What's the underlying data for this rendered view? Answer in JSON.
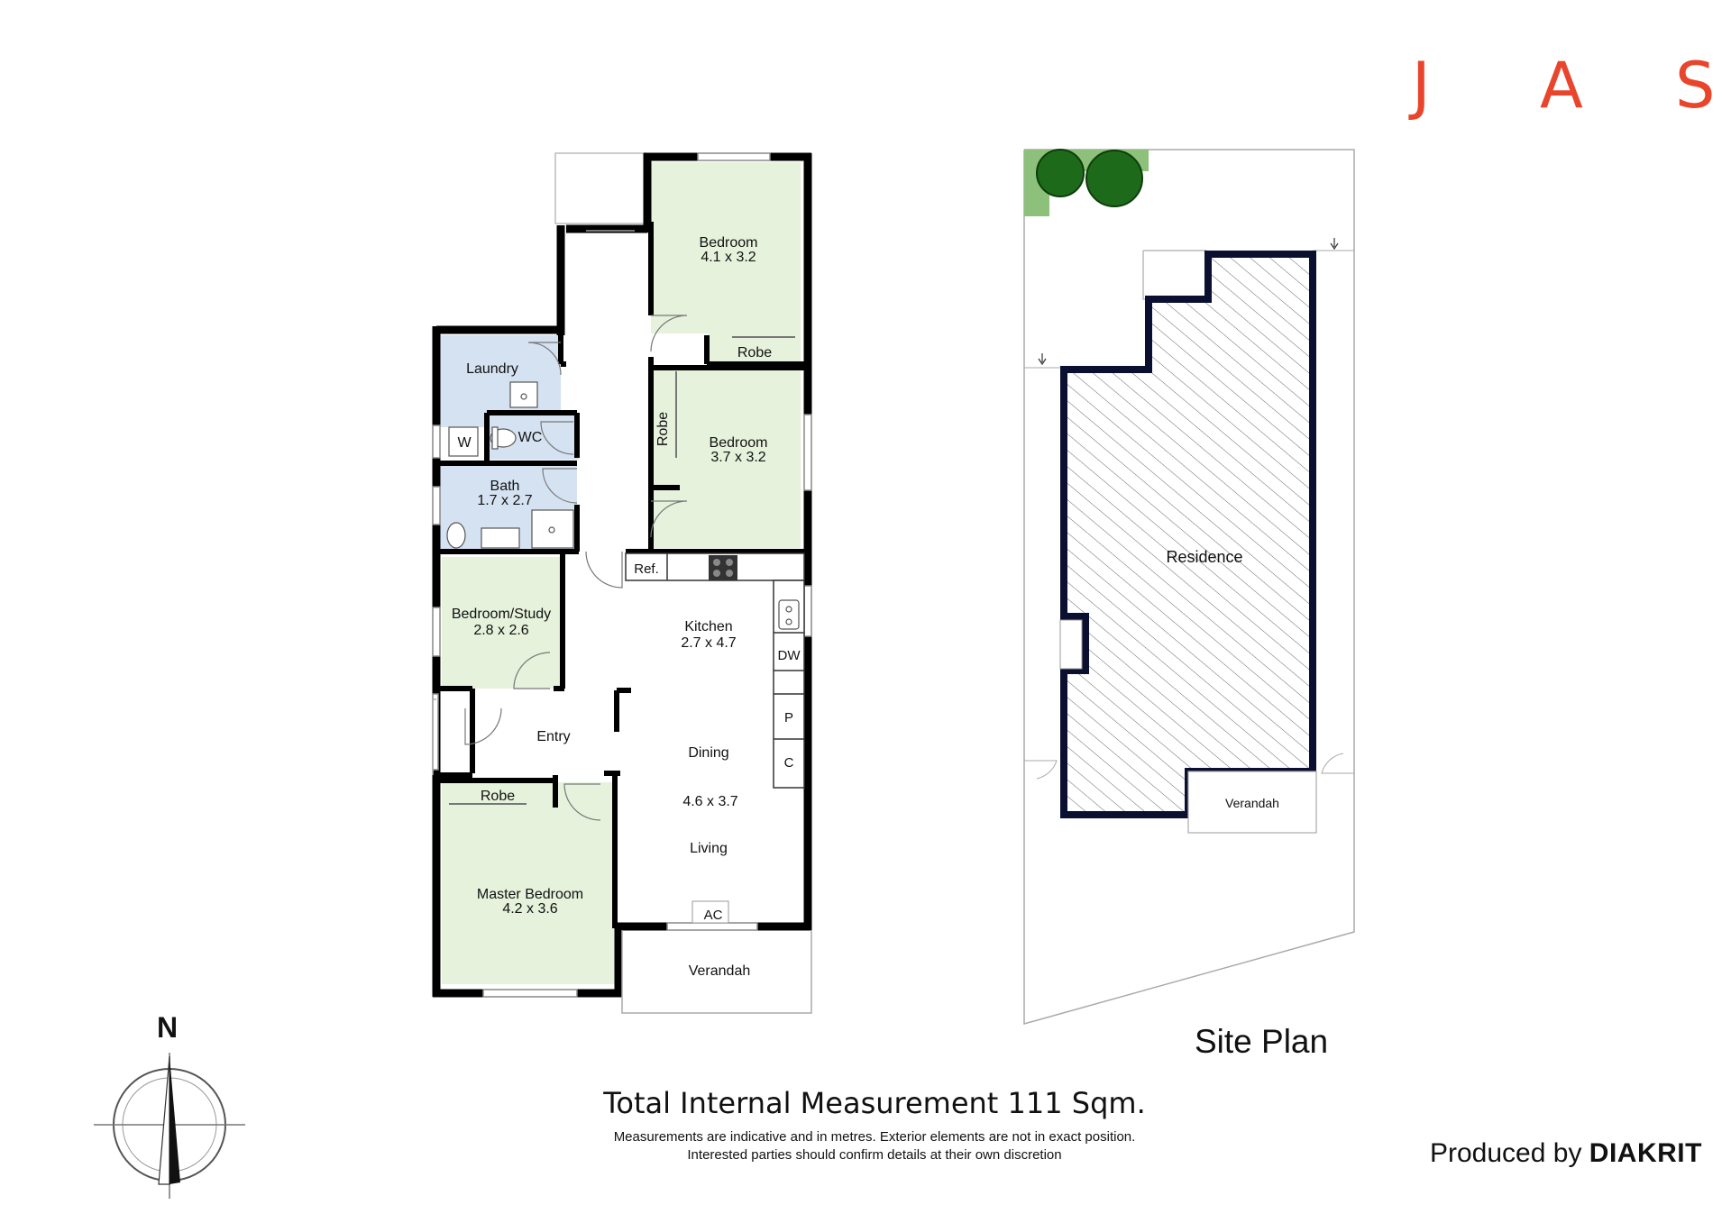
{
  "brand": {
    "letters": [
      "J",
      "A",
      "S"
    ],
    "color": "#e8452c"
  },
  "floor_plan": {
    "rooms": {
      "bedroom_top": {
        "name": "Bedroom",
        "size": "4.1 x 3.2"
      },
      "robe_top": {
        "name": "Robe"
      },
      "bedroom_mid": {
        "name": "Bedroom",
        "size": "3.7 x 3.2"
      },
      "robe_mid": {
        "name": "Robe"
      },
      "laundry": {
        "name": "Laundry"
      },
      "wc": {
        "name": "WC"
      },
      "washer": {
        "name": "W"
      },
      "bath": {
        "name": "Bath",
        "size": "1.7 x 2.7"
      },
      "bedroom_study": {
        "name": "Bedroom/Study",
        "size": "2.8 x 2.6"
      },
      "entry": {
        "name": "Entry"
      },
      "kitchen": {
        "name": "Kitchen",
        "size": "2.7 x 4.7"
      },
      "fridge": {
        "name": "Ref."
      },
      "dishwasher": {
        "name": "DW"
      },
      "pantry": {
        "name": "P"
      },
      "cupboard": {
        "name": "C"
      },
      "dining": {
        "name": "Dining"
      },
      "dining_living_size": {
        "size": "4.6 x 3.7"
      },
      "living": {
        "name": "Living"
      },
      "aircon": {
        "name": "AC"
      },
      "robe_master": {
        "name": "Robe"
      },
      "master_bedroom": {
        "name": "Master Bedroom",
        "size": "4.2 x 3.6"
      },
      "verandah": {
        "name": "Verandah"
      }
    },
    "colors": {
      "bedroom_fill": "#e6f2dc",
      "wet_area_fill": "#d5e2f2",
      "wall": "#000000"
    }
  },
  "site_plan": {
    "title": "Site Plan",
    "residence_label": "Residence",
    "verandah_label": "Verandah",
    "tree_color": "#1d6b1a",
    "lawn_color": "#8dc07a"
  },
  "footer": {
    "measurement": "Total Internal Measurement 111 Sqm.",
    "disclaimer_line1": "Measurements are indicative and in metres. Exterior elements are not in exact position.",
    "disclaimer_line2": "Interested parties should confirm details at their own discretion"
  },
  "compass": {
    "letter": "N"
  },
  "credit": {
    "prefix": "Produced by",
    "company": "DIAKRIT"
  }
}
